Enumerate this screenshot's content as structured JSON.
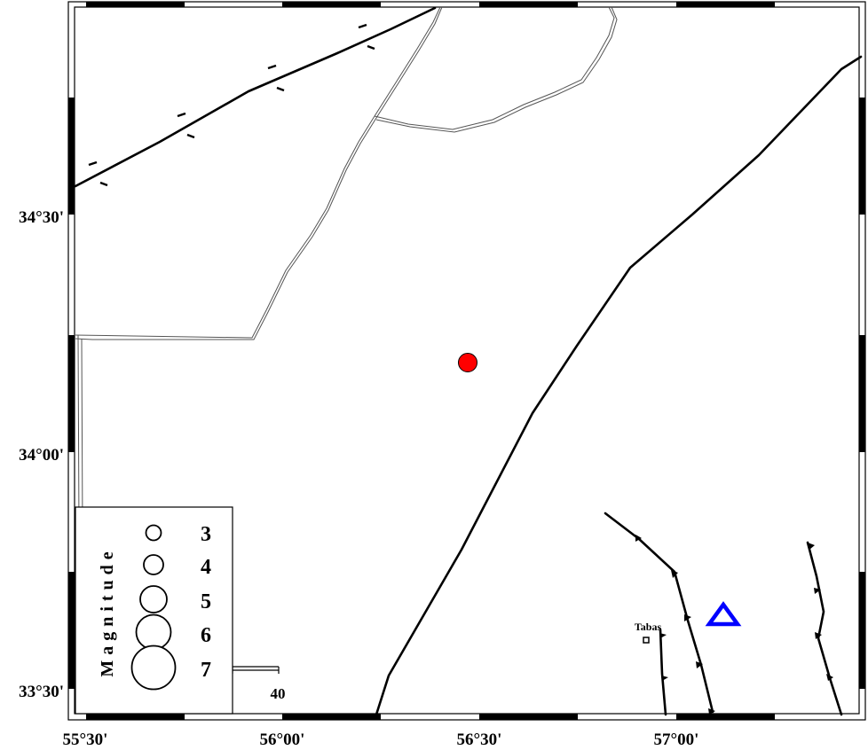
{
  "map": {
    "lon_labels": [
      "55°30'",
      "56°00'",
      "56°30'",
      "57°00'"
    ],
    "lat_labels": [
      "34°30'",
      "34°00'",
      "33°30'"
    ],
    "legend": {
      "title": "Magnitude",
      "magnitudes": [
        "3",
        "4",
        "5",
        "6",
        "7"
      ]
    },
    "scale_bar": {
      "label": "40"
    },
    "places": [
      {
        "name": "Tabas"
      }
    ],
    "colors": {
      "epicenter": "#ff0000",
      "station": "#0000ff",
      "fault": "#000000",
      "border": "#555555"
    },
    "symbols": {
      "epicenter": "red-circle-icon",
      "station": "blue-triangle-icon",
      "city": "square-icon"
    }
  }
}
